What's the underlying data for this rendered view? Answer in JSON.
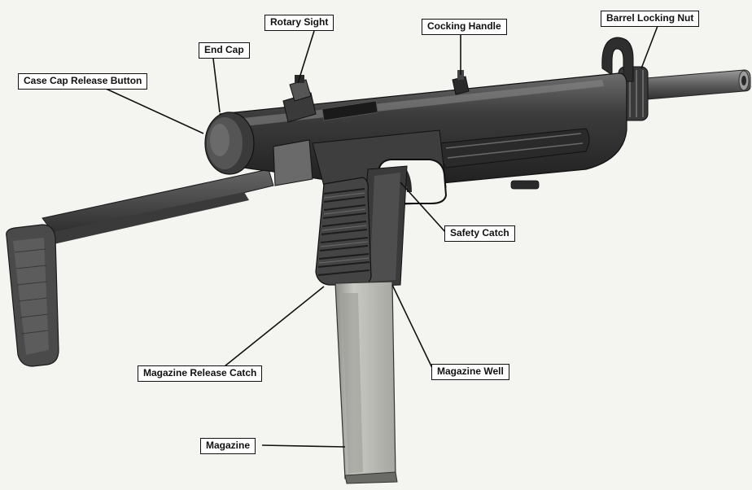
{
  "colors": {
    "paper": "#f4f4f1",
    "metal_dark": "#2b2b2b",
    "metal_mid": "#4a4a4a",
    "metal_light": "#7a7a7a",
    "magazine": "#bdbdb8",
    "leader": "#111111"
  },
  "labels": {
    "rotary_sight": "Rotary Sight",
    "cocking_handle": "Cocking Handle",
    "barrel_locking_nut": "Barrel Locking Nut",
    "end_cap": "End Cap",
    "case_cap_release_button": "Case Cap Release Button",
    "safety_catch": "Safety Catch",
    "magazine_release_catch": "Magazine Release Catch",
    "magazine_well": "Magazine Well",
    "magazine": "Magazine"
  }
}
